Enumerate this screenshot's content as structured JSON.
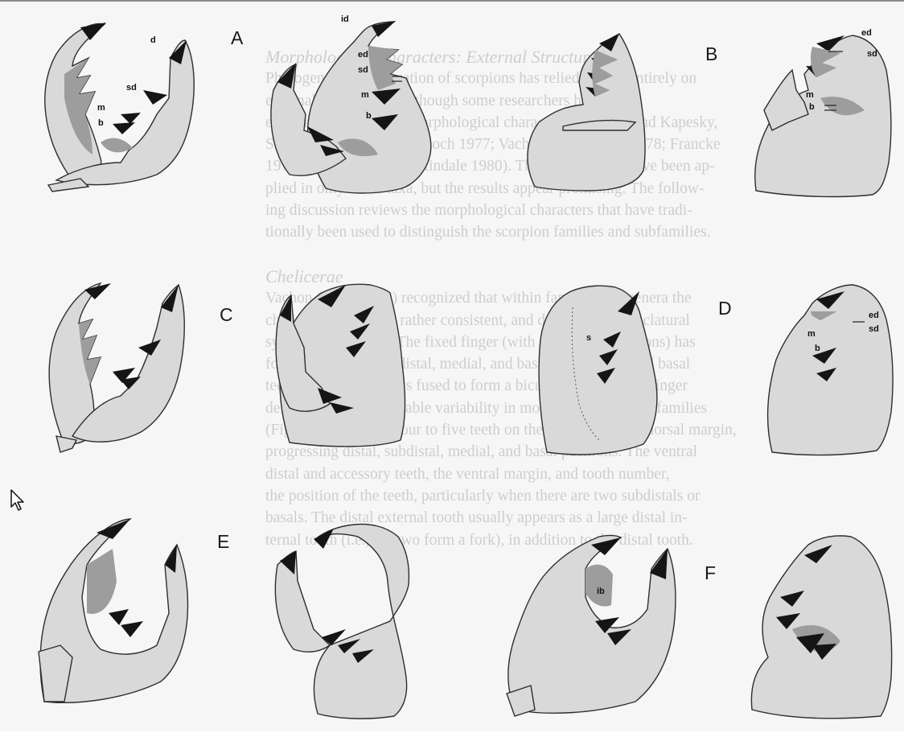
{
  "panel_letters": {
    "A": "A",
    "B": "B",
    "C": "C",
    "D": "D",
    "E": "E",
    "F": "F"
  },
  "tooth_labels": {
    "a_d": "d",
    "a_sd": "sd",
    "a_m": "m",
    "a_b": "b",
    "a2_id": "id",
    "a2_ed": "ed",
    "a2_sd": "sd",
    "a2_m": "m",
    "a2_b": "b",
    "b_ed": "ed",
    "b_sd": "sd",
    "b_m": "m",
    "b_b": "b",
    "d_s": "s",
    "d_ed": "ed",
    "d_sd": "sd",
    "d_m": "m",
    "d_b": "b",
    "f_ib": "ib"
  },
  "bleed_text": {
    "heading": "Morphological Characters: External Structure",
    "lines": [
      "Phylogenetic classification of scorpions has relied almost entirely on",
      "external morphology, although some researchers have",
      "examined the value of morphological characters (Lamoral and Kapesky,",
      "Soleglad et al. 1978a, b; Koch 1977; Vachon and Francke 1978; Francke",
      "1979; Newlands and Martindale 1980). These techniques have been ap-",
      "plied in only a few taxa, but the results appear promising. The follow-",
      "ing discussion reviews the morphological characters that have tradi-",
      "tionally been used to distinguish the scorpion families and subfamilies.",
      "",
      "Chelicerae",
      "Vachon (1970, 1974) recognized that within families and genera the",
      "chelicera dentition is rather consistent, and devised a nomenclatural",
      "system for the teeth. The fixed finger (with only two exceptions) has",
      "four teeth: distal, subdistal, medial, and basal. The medial and basal",
      "teeth are almost always fused to form a bicusp. The movable finger",
      "demonstrates considerable variability in morphology between families",
      "(Fig. 3.1). There are four to five teeth on the movable finger dorsal margin,",
      "progressing distal, subdistal, medial, and basal positions. The ventral",
      "distal and accessory teeth, the ventral margin, and tooth number,",
      "the position of the teeth, particularly when there are two subdistals or",
      "basals. The distal external tooth usually appears as a large distal in-",
      "ternal tooth (i.e., the two form a fork), in addition to the distal tooth."
    ]
  }
}
